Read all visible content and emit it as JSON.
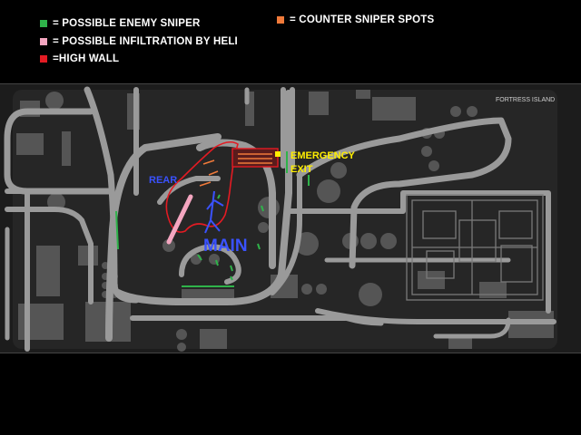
{
  "legend": [
    {
      "label": "= POSSIBLE ENEMY SNIPER",
      "color": "#2fb34a"
    },
    {
      "label": "= POSSIBLE INFILTRATION BY HELI",
      "color": "#f4a6c0"
    },
    {
      "label": "=HIGH WALL",
      "color": "#e31b23"
    },
    {
      "label": "= COUNTER SNIPER SPOTS",
      "color": "#f07a3a"
    }
  ],
  "map": {
    "island_name": "FORTRESS ISLAND",
    "labels": {
      "rear": "REAR",
      "main": "MAIN",
      "emergency": "EMERGENCY",
      "exit": "EXIT"
    },
    "colors": {
      "road": "#9a9a9a",
      "building": "#5a5a5a",
      "ground": "#1c1c1c",
      "label_blue": "#3a52ff",
      "label_yellow": "#ffee00"
    }
  }
}
